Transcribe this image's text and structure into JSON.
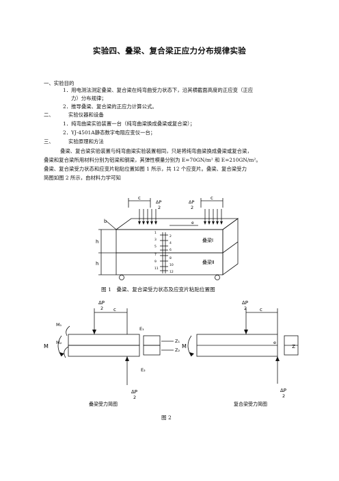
{
  "title": "实验四、叠梁、复合梁正应力分布规律实验",
  "sections": {
    "purpose": {
      "heading": "一、实验目的",
      "items": [
        "1．用电测法测定叠梁、复合梁在纯弯曲受力状态下，沿其横截面高度的正应变（正应",
        "力）分布规律；",
        "2．推导叠梁、复合梁的正应力计算公式。"
      ]
    },
    "equipment": {
      "heading_num": "二、",
      "heading": "实验仪器和设备",
      "items": [
        "1．纯弯曲梁实验装置一台（纯弯曲梁换成叠梁或复合梁）；",
        "2．YJ-4501A静态数字电阻应变仪一台；"
      ]
    },
    "principle": {
      "heading_num": "三、",
      "heading": "实验原理和方法",
      "lines": [
        "叠梁、复合梁实验装置与纯弯曲梁实验装置相同，只是将纯弯曲梁换成叠梁或复合梁，",
        "叠梁和复合梁所用材料分别为铝梁和钢梁，其弹性模量分别为 E=70GN/m² 和 E=210GN/m²。",
        "叠梁、复合梁受力状态和应变片粘贴位置如图 1 所示，共 12 个应变片。叠梁、复合梁受力",
        "简图如图 2 所示，由材料力学可知"
      ]
    }
  },
  "figure1": {
    "caption": "图 1　叠梁、复合梁受力状态及应变片粘贴位置图",
    "labels": {
      "c_left": "c",
      "c_right": "c",
      "dp": "ΔP",
      "two": "2",
      "b": "b",
      "h_top": "h",
      "h_bottom": "h",
      "e": "e",
      "beam1": "叠梁Ⅰ",
      "beam2": "叠梁Ⅱ",
      "gauges_top": [
        "1",
        "2",
        "3",
        "4",
        "5",
        "6"
      ],
      "gauges_bottom": [
        "7",
        "8",
        "9",
        "10",
        "11",
        "12"
      ]
    }
  },
  "figure2": {
    "caption": "图 2",
    "left": {
      "caption": "叠梁受力简图",
      "dp": "ΔP",
      "two": "2",
      "c": "c",
      "M": "M",
      "M1": "M₁",
      "M2": "M₂",
      "E1": "E₁",
      "E2": "E₂",
      "Z1": "Z₁",
      "Z2": "Z₂"
    },
    "right": {
      "caption": "复合梁受力简图",
      "dp": "ΔP",
      "two": "2",
      "c": "c",
      "M": "M",
      "Z": "Z",
      "e": "e"
    }
  }
}
